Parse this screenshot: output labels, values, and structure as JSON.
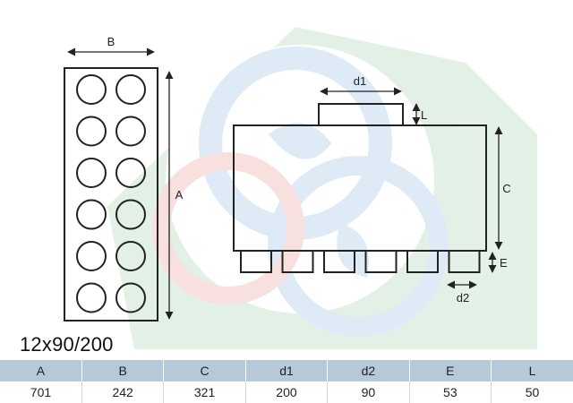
{
  "drawing": {
    "labels": {
      "A": "A",
      "B": "B",
      "C": "C",
      "d1": "d1",
      "d2": "d2",
      "E": "E",
      "L": "L"
    },
    "outlet_rows": 6,
    "outlet_cols": 2,
    "side_outlets": 6,
    "watermark": "brand-logo-watermark"
  },
  "model": "12x90/200",
  "table": {
    "headers": [
      "A",
      "B",
      "C",
      "d1",
      "d2",
      "E",
      "L"
    ],
    "values": [
      "701",
      "242",
      "321",
      "200",
      "90",
      "53",
      "50"
    ]
  }
}
